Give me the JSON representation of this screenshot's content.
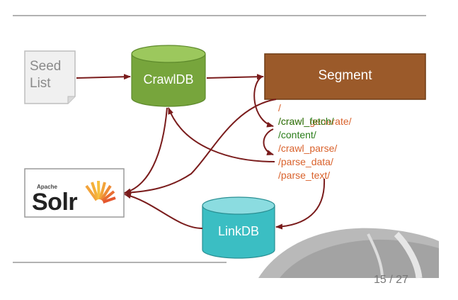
{
  "diagram": {
    "seed_list": "Seed List",
    "crawldb": "CrawlDB",
    "segment": "Segment",
    "linkdb": "LinkDB",
    "solr_small": "Apache",
    "solr_big": "Solr",
    "segment_dirs": [
      {
        "text": "/",
        "color": "orange"
      },
      {
        "text": "/crawl_generate/",
        "color": "orange"
      },
      {
        "text": "/content/",
        "color": "green"
      },
      {
        "text": "/crawl_parse/",
        "color": "orange"
      },
      {
        "text": "/parse_data/",
        "color": "orange"
      },
      {
        "text": "/parse_text/",
        "color": "orange"
      }
    ],
    "overlap_text": {
      "text": "/crawl_fetch/",
      "color": "green"
    },
    "page_number": "15 / 27"
  },
  "colors": {
    "crawldb": "#77a53c",
    "segment": "#9b5a2a",
    "linkdb": "#3bbec3",
    "arrow": "#7a1c1c",
    "orange_text": "#d9612b",
    "green_text": "#2a7d1a"
  }
}
